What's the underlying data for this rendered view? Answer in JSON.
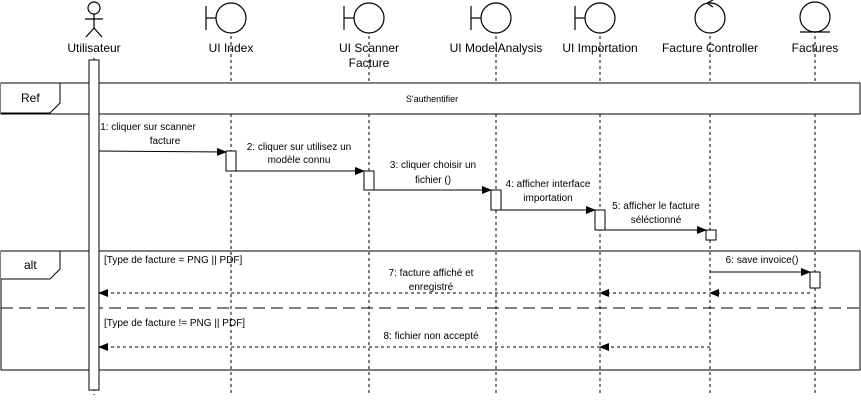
{
  "colors": {
    "stroke": "#000000",
    "background": "#ffffff"
  },
  "participants": [
    {
      "id": "user",
      "label_lines": [
        "Utilisateur"
      ],
      "kind": "actor"
    },
    {
      "id": "index",
      "label_lines": [
        "UI Index"
      ],
      "kind": "boundary"
    },
    {
      "id": "scanner",
      "label_lines": [
        "UI Scanner",
        "Facture"
      ],
      "kind": "boundary"
    },
    {
      "id": "model",
      "label_lines": [
        "UI ModelAnalysis"
      ],
      "kind": "boundary"
    },
    {
      "id": "import",
      "label_lines": [
        "UI Importation"
      ],
      "kind": "boundary"
    },
    {
      "id": "ctrl",
      "label_lines": [
        "Facture Controller"
      ],
      "kind": "control"
    },
    {
      "id": "factures",
      "label_lines": [
        "Factures"
      ],
      "kind": "entity"
    }
  ],
  "ref_frame": {
    "tag": "Ref",
    "text": "S'authentifier"
  },
  "alt_frame": {
    "tag": "alt",
    "guard_1": "[Type de facture = PNG || PDF]",
    "guard_2": "[Type de facture != PNG || PDF]"
  },
  "messages": [
    {
      "id": "m1",
      "lines": [
        "1: cliquer sur scanner",
        "facture"
      ],
      "style": "solid"
    },
    {
      "id": "m2",
      "lines": [
        "2: cliquer sur utilisez un",
        "modèle connu"
      ],
      "style": "solid"
    },
    {
      "id": "m3",
      "lines": [
        "3: cliquer choisir un",
        "fichier ()"
      ],
      "style": "solid"
    },
    {
      "id": "m4",
      "lines": [
        "4: afficher interface",
        "importation"
      ],
      "style": "solid"
    },
    {
      "id": "m5",
      "lines": [
        "5: afficher le facture",
        "séléctionné"
      ],
      "style": "solid"
    },
    {
      "id": "m6",
      "lines": [
        "6: save invoice()"
      ],
      "style": "solid"
    },
    {
      "id": "m7",
      "lines": [
        "7: facture affiché et",
        "enregistré"
      ],
      "style": "dashed"
    },
    {
      "id": "m8",
      "lines": [
        "8: fichier non accepté"
      ],
      "style": "dashed"
    }
  ]
}
